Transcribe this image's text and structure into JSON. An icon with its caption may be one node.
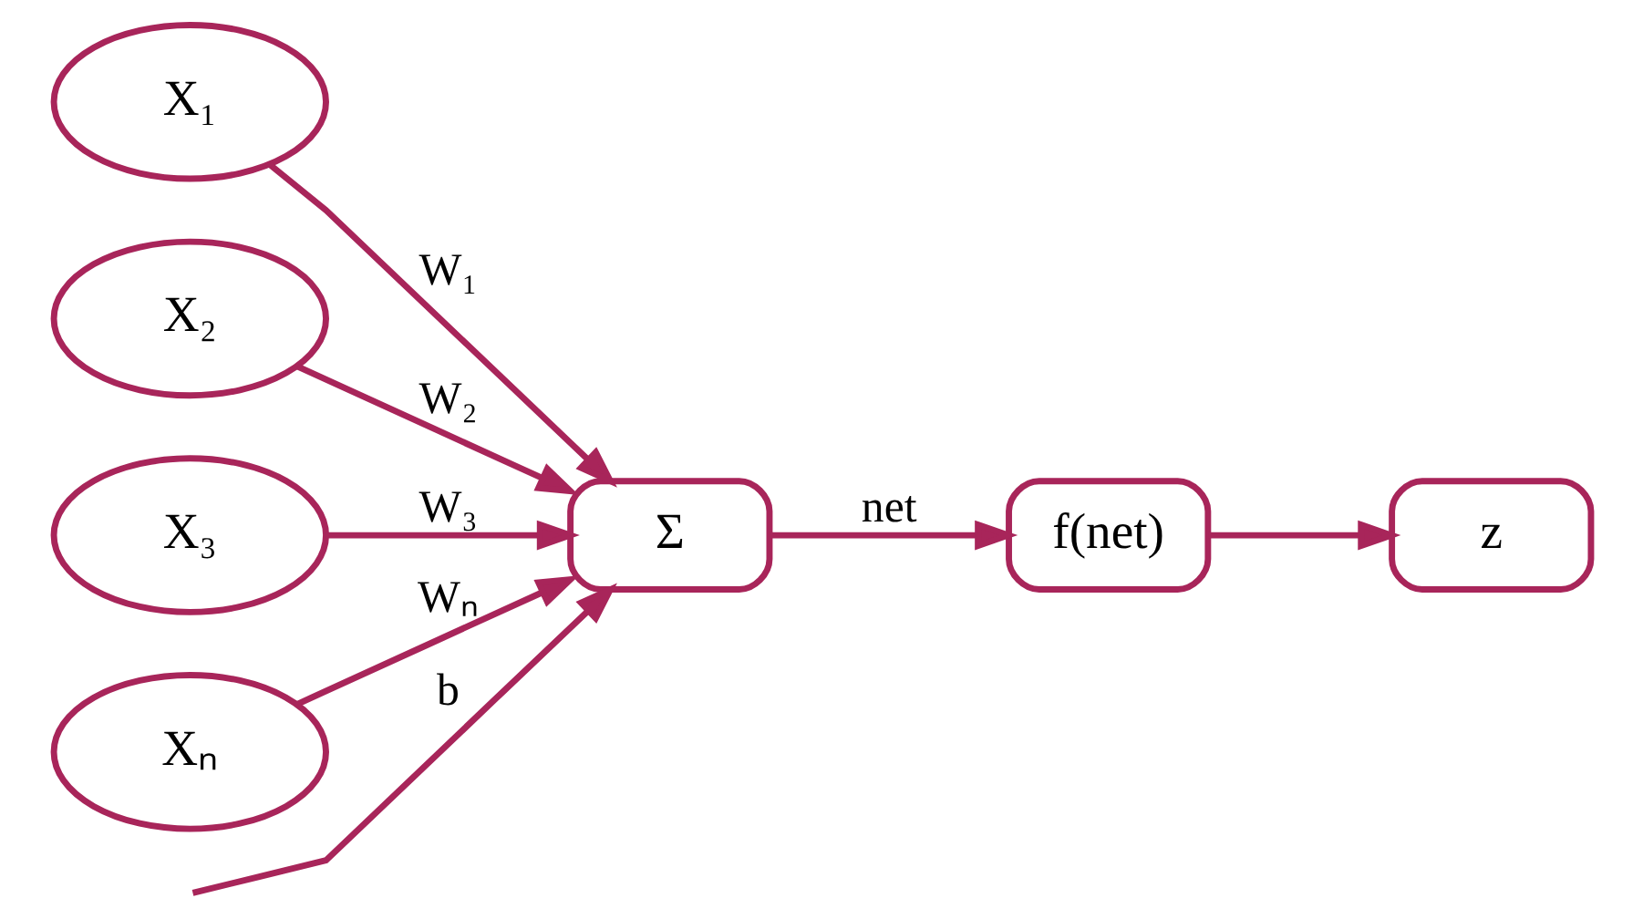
{
  "diagram": {
    "nodes": [
      {
        "text": [
          "X₁"
        ]
      },
      {
        "text": [
          "X₂"
        ]
      },
      {
        "text": [
          "X₃"
        ]
      },
      {
        "text": [
          "Xₙ"
        ]
      },
      {
        "text": [
          "Σ"
        ]
      },
      {
        "text": [
          "f(net)"
        ]
      },
      {
        "text": [
          "z"
        ]
      }
    ],
    "edges": [
      {
        "from": 0,
        "to": 4,
        "arrow": "to",
        "label": "W₁"
      },
      {
        "from": 1,
        "to": 4,
        "arrow": "to",
        "label": "W₂"
      },
      {
        "from": 2,
        "to": 4,
        "arrow": "to",
        "label": "W₃"
      },
      {
        "from": 3,
        "to": 4,
        "arrow": "to",
        "label": "Wₙ"
      },
      {
        "from": 4,
        "to": 5,
        "arrow": "to",
        "label": "net"
      },
      {
        "from": 5,
        "to": 6,
        "arrow": "to"
      },
      {
        "from": null,
        "to": 4,
        "arrow": "to",
        "label": "b"
      }
    ]
  }
}
